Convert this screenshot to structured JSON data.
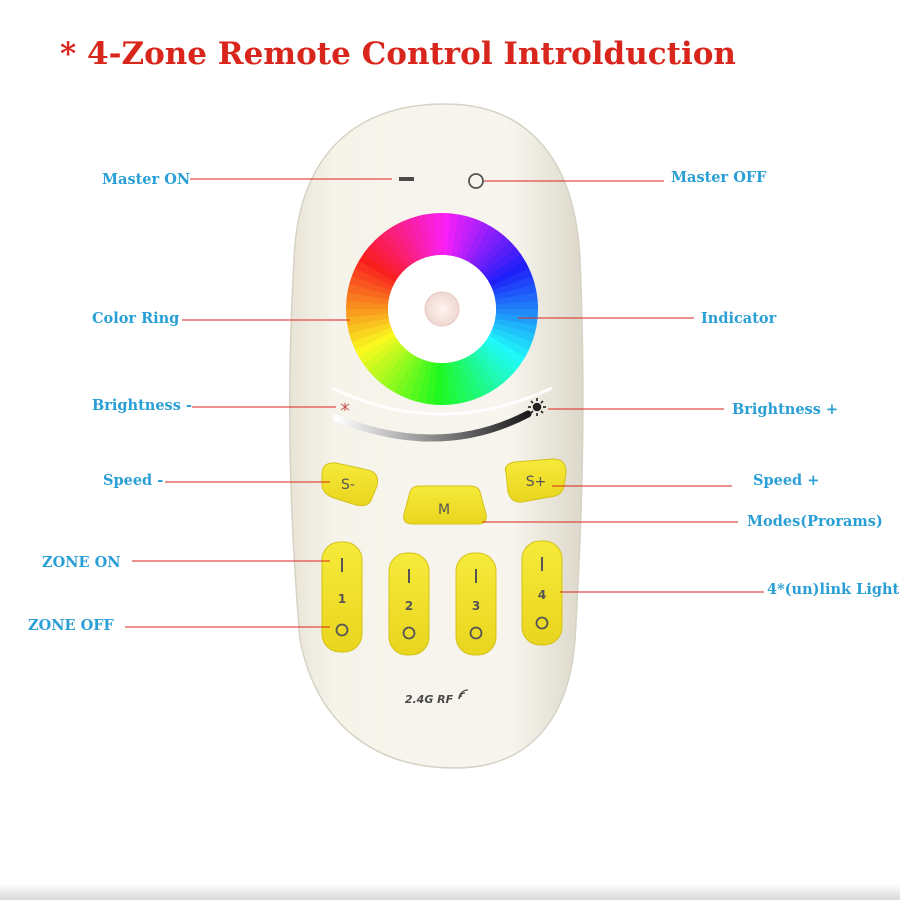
{
  "title": "* 4-Zone Remote Control Introlduction",
  "labels": {
    "master_on": "Master ON",
    "master_off": "Master OFF",
    "color_ring": "Color Ring",
    "indicator": "Indicator",
    "brightness_minus": "Brightness -",
    "brightness_plus": "Brightness +",
    "speed_minus": "Speed -",
    "speed_plus": "Speed +",
    "modes": "Modes(Prorams)",
    "zone_on": "ZONE ON",
    "zone_off": "ZONE OFF",
    "link_light": "4*(un)link Light"
  },
  "buttons": {
    "speed_minus": "S-",
    "speed_plus": "S+",
    "mode": "M",
    "zones": [
      "1",
      "2",
      "3",
      "4"
    ]
  },
  "brand": "2.4G RF",
  "colors": {
    "title": "#d9261c",
    "label": "#2a9fd6",
    "leader_line": "#d9261c",
    "remote_body": "#f4f1e8",
    "button": "#f2e227"
  }
}
